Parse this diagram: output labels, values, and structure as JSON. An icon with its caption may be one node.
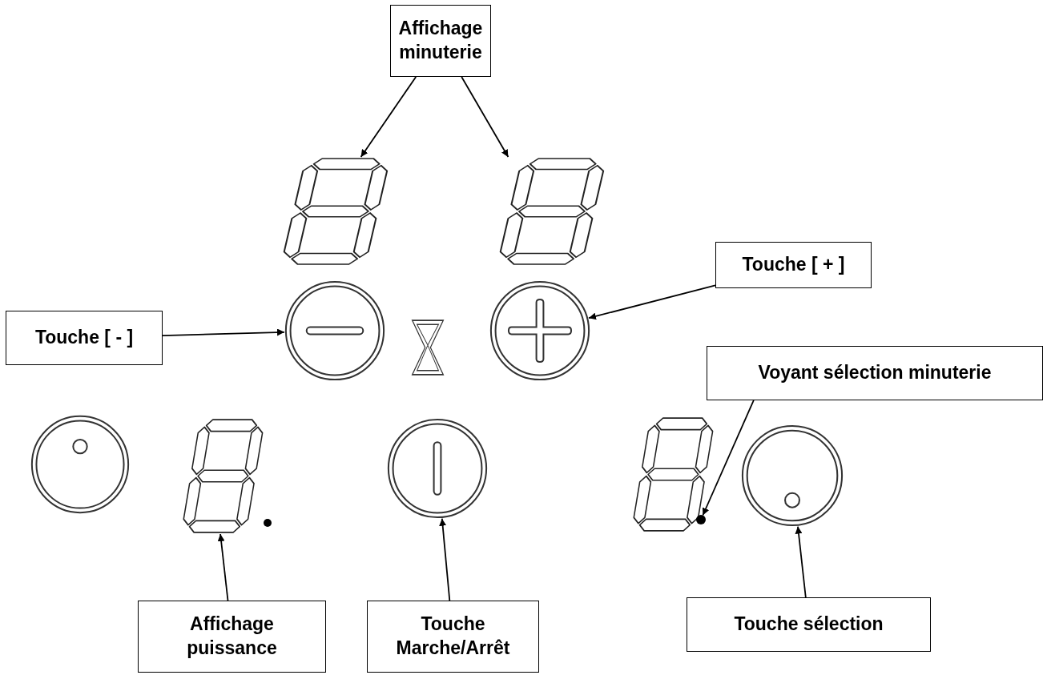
{
  "diagram": {
    "nodes": [
      {
        "text": [
          "Affichage minuterie"
        ]
      },
      {
        "text": [],
        "shape": "display"
      },
      {
        "text": [],
        "shape": "display"
      },
      {
        "text": [
          "Touche [ + ]"
        ]
      },
      {
        "text": [],
        "shape": "circle"
      },
      {
        "text": [
          "Touche [ - ]"
        ]
      },
      {
        "text": [],
        "shape": "circle"
      },
      {
        "text": [
          "Voyant sélection minuterie"
        ]
      },
      {
        "text": [],
        "shape": "dot"
      },
      {
        "text": [
          "Affichage puissance"
        ]
      },
      {
        "text": [],
        "shape": "display"
      },
      {
        "text": [
          "Touche Marche/Arrêt"
        ]
      },
      {
        "text": [],
        "shape": "circle"
      },
      {
        "text": [
          "Touche sélection"
        ]
      },
      {
        "text": [],
        "shape": "circle"
      }
    ],
    "edges": [
      {
        "from": 0,
        "to": 1,
        "arrow": "to"
      },
      {
        "from": 0,
        "to": 2,
        "arrow": "to"
      },
      {
        "from": 3,
        "to": 4,
        "arrow": "to"
      },
      {
        "from": 5,
        "to": 6,
        "arrow": "to"
      },
      {
        "from": 7,
        "to": 8,
        "arrow": "to"
      },
      {
        "from": 9,
        "to": 10,
        "arrow": "to"
      },
      {
        "from": 11,
        "to": 12,
        "arrow": "to"
      },
      {
        "from": 13,
        "to": 14,
        "arrow": "to"
      }
    ]
  }
}
